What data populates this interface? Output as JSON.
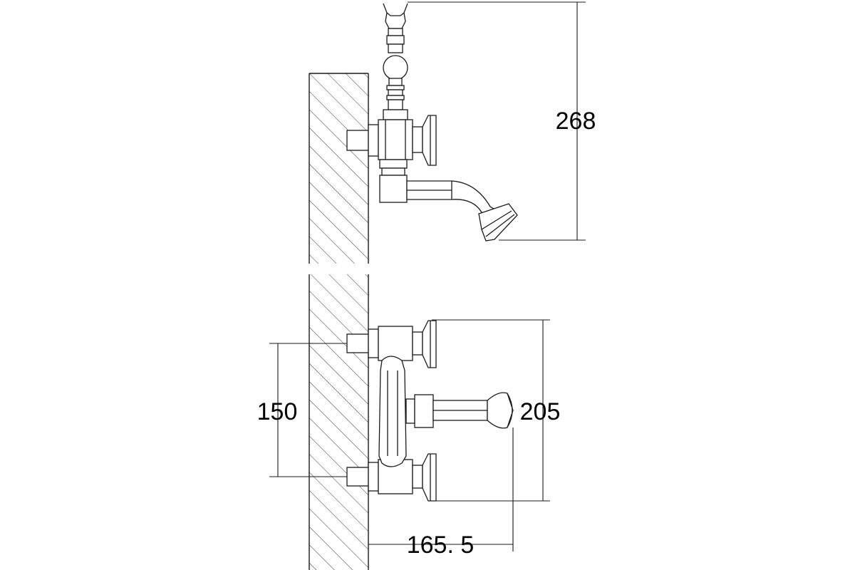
{
  "dimensions": {
    "height_side": "268",
    "spacing_front": "150",
    "height_front": "205",
    "projection_front": "165. 5"
  },
  "colors": {
    "line": "#1a1a1a",
    "background": "#ffffff"
  }
}
